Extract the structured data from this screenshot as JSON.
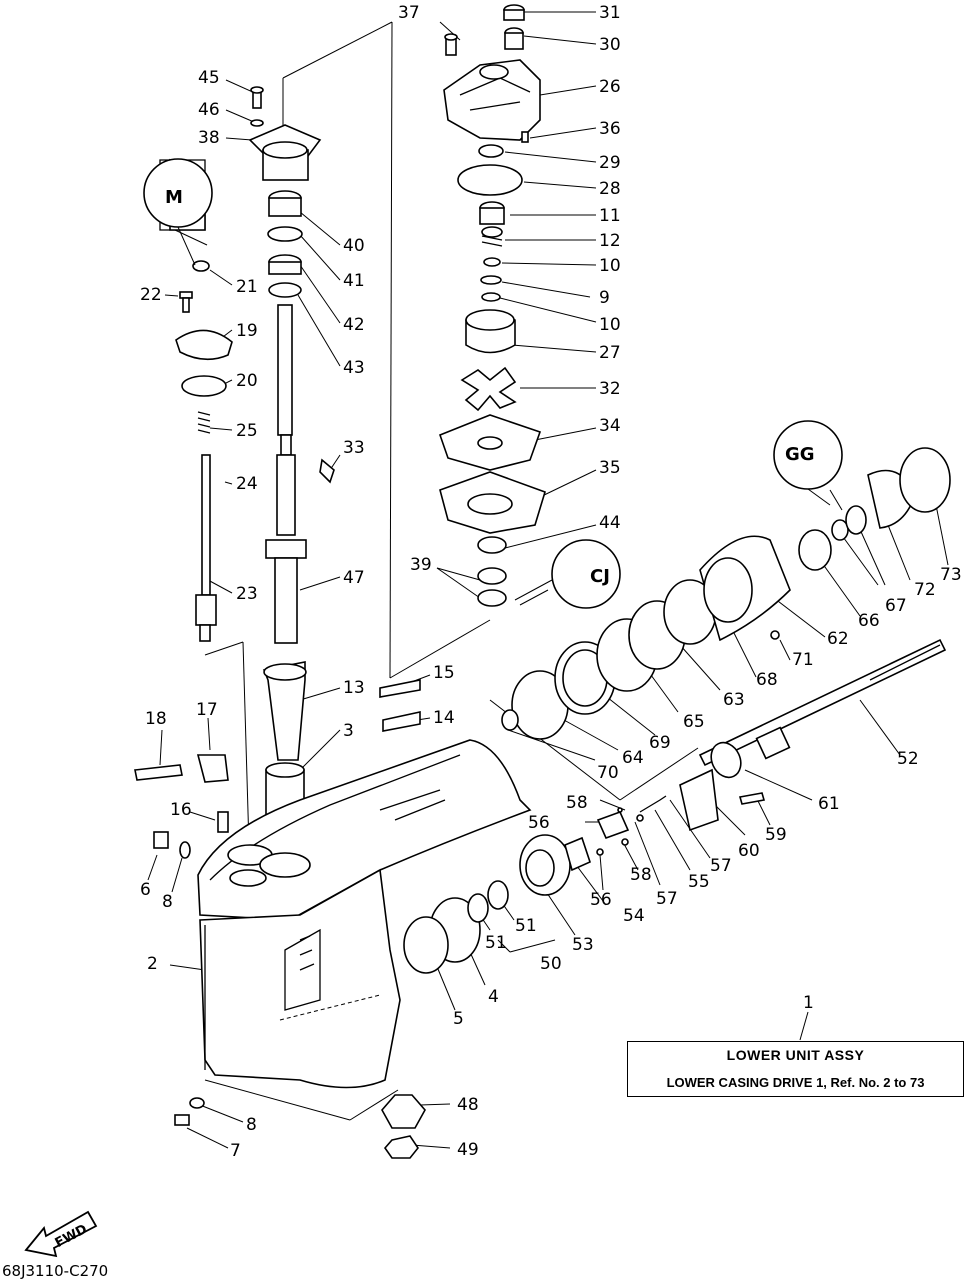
{
  "title_box": {
    "heading": "LOWER UNIT ASSY",
    "subheading": "LOWER CASING DRIVE 1,  Ref. No. 2 to 73"
  },
  "ref_number": "1",
  "diagram_code": "68J3110-C270",
  "fwd_label": "FWD",
  "callouts": {
    "c31": "31",
    "c30": "30",
    "c26": "26",
    "c36": "36",
    "c29": "29",
    "c28": "28",
    "c11": "11",
    "c12": "12",
    "c10a": "10",
    "c9": "9",
    "c10b": "10",
    "c27": "27",
    "c32": "32",
    "c34": "34",
    "c35": "35",
    "c44": "44",
    "c39": "39",
    "c37": "37",
    "c45": "45",
    "c46": "46",
    "c38": "38",
    "c40": "40",
    "c41": "41",
    "c42": "42",
    "c43": "43",
    "c21": "21",
    "c22": "22",
    "c19": "19",
    "c20": "20",
    "c25": "25",
    "c24": "24",
    "c23": "23",
    "c33": "33",
    "c47": "47",
    "c13": "13",
    "c3": "3",
    "c15": "15",
    "c14": "14",
    "c18": "18",
    "c17": "17",
    "c16": "16",
    "c6": "6",
    "c8a": "8",
    "c2": "2",
    "c8b": "8",
    "c7": "7",
    "c48": "48",
    "c49": "49",
    "c5": "5",
    "c4": "4",
    "c51a": "51",
    "c51b": "51",
    "c50": "50",
    "c53": "53",
    "c56a": "56",
    "c56b": "56",
    "c58a": "58",
    "c58b": "58",
    "c54": "54",
    "c55": "55",
    "c57a": "57",
    "c57b": "57",
    "c60": "60",
    "c59": "59",
    "c61": "61",
    "c52": "52",
    "c70": "70",
    "c64": "64",
    "c69": "69",
    "c65": "65",
    "c63": "63",
    "c68": "68",
    "c71": "71",
    "c62": "62",
    "c66": "66",
    "c67": "67",
    "c72": "72",
    "c73": "73"
  },
  "symbols": {
    "grease_m": "M",
    "grease_gg": "GG",
    "grease_cj": "CJ"
  }
}
